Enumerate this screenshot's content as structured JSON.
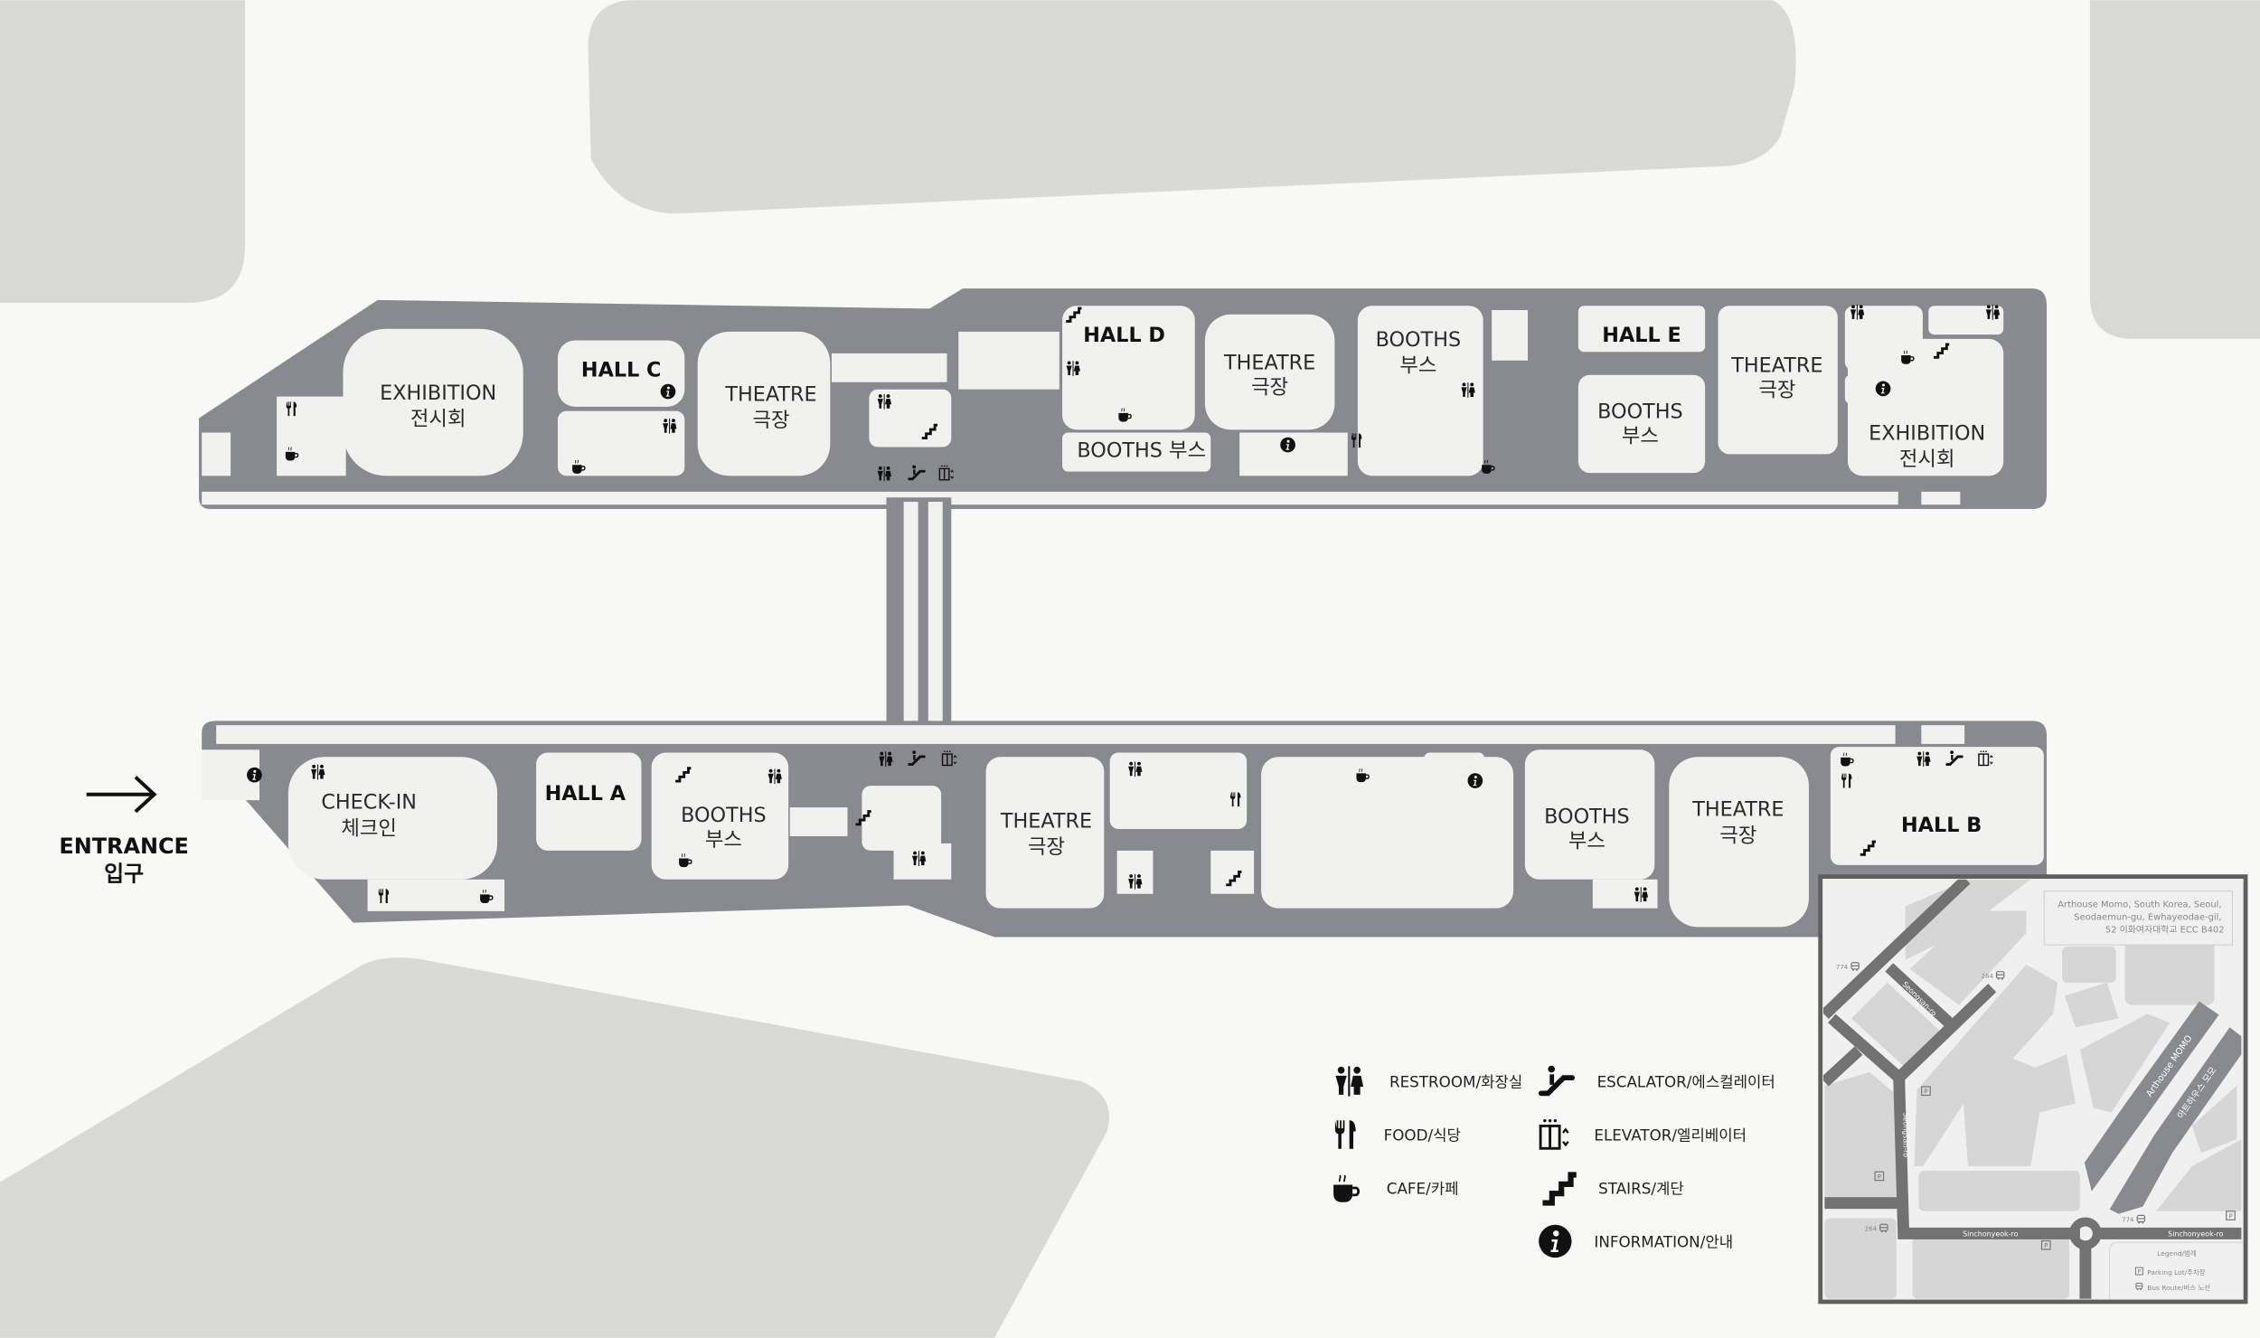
{
  "entrance": {
    "en": "ENTRANCE",
    "ko": "입구"
  },
  "top_floor": {
    "exhibition_west": {
      "en": "EXHIBITION",
      "ko": "전시회"
    },
    "hall_c": "HALL C",
    "theatre_c": {
      "en": "THEATRE",
      "ko": "극장"
    },
    "hall_d": "HALL D",
    "booths_d": "BOOTHS 부스",
    "theatre_d": {
      "en": "THEATRE",
      "ko": "극장"
    },
    "booths_top": {
      "en": "BOOTHS",
      "ko": "부스"
    },
    "hall_e": "HALL E",
    "booths_e": {
      "en": "BOOTHS",
      "ko": "부스"
    },
    "theatre_e": {
      "en": "THEATRE",
      "ko": "극장"
    },
    "exhibition_east": {
      "en": "EXHIBITION",
      "ko": "전시회"
    }
  },
  "bottom_floor": {
    "check_in": {
      "en": "CHECK-IN",
      "ko": "체크인"
    },
    "hall_a": "HALL A",
    "booths_a": {
      "en": "BOOTHS",
      "ko": "부스"
    },
    "theatre_a": {
      "en": "THEATRE",
      "ko": "극장"
    },
    "booths_b": {
      "en": "BOOTHS",
      "ko": "부스"
    },
    "theatre_b": {
      "en": "THEATRE",
      "ko": "극장"
    },
    "hall_b": "HALL B"
  },
  "legend": [
    {
      "icon": "restroom-icon",
      "label": "RESTROOM/화장실"
    },
    {
      "icon": "food-icon",
      "label": "FOOD/식당"
    },
    {
      "icon": "cafe-icon",
      "label": "CAFE/카페"
    },
    {
      "icon": "escalator-icon",
      "label": "ESCALATOR/에스컬레이터"
    },
    {
      "icon": "elevator-icon",
      "label": "ELEVATOR/엘리베이터"
    },
    {
      "icon": "stairs-icon",
      "label": "STAIRS/계단"
    },
    {
      "icon": "information-icon",
      "label": "INFORMATION/안내"
    }
  ],
  "minimap": {
    "address": [
      "Arthouse Momo, South Korea, Seoul,",
      "Seodaemun-gu, Ewhayeodae-gil,",
      "52 이화여자대학교 ECC B402"
    ],
    "roads": {
      "seongsan_diag": "Seongsan-ro",
      "seongsan_vert": "Seongsan-ro",
      "sinchon_1": "Sinchonyeok-ro",
      "sinchon_2": "Sinchonyeok-ro"
    },
    "building_en": "Arthouse MOMO",
    "building_ko": "아트하우스 모모",
    "bus_stops": [
      "774",
      "264",
      "264",
      "774"
    ],
    "parking_mark": "P",
    "legend_title": "Legend/범례",
    "legend_parking": "Parking Lot/주차장",
    "legend_bus": "Bus Route/버스 노선"
  },
  "colors": {
    "building": "#898a8f",
    "room": "#f1f1f0",
    "background": "#f8f8f6",
    "surroundings": "#d9d9d8"
  }
}
